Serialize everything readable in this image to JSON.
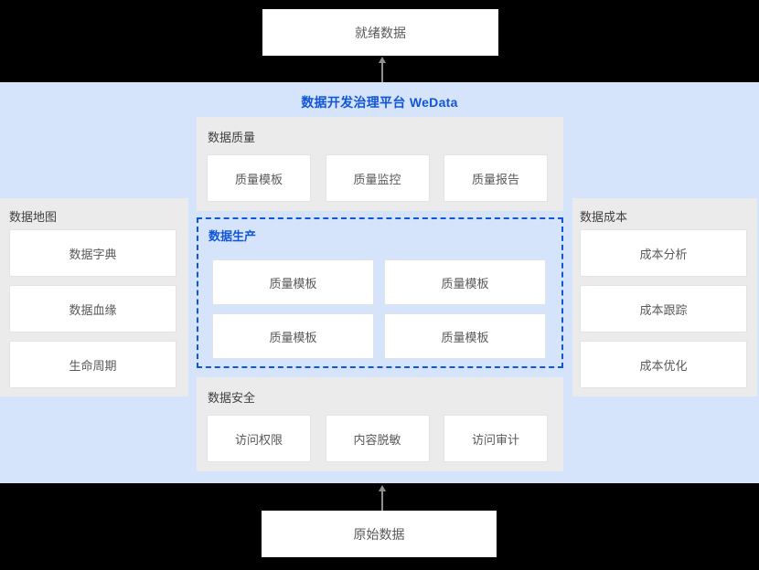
{
  "title": "数据开发治理平台 WeData",
  "top_node": {
    "label": "就绪数据"
  },
  "bottom_node": {
    "label": "原始数据"
  },
  "quality_panel": {
    "title": "数据质量",
    "items": [
      "质量模板",
      "质量监控",
      "质量报告"
    ]
  },
  "production_panel": {
    "title": "数据生产",
    "items": [
      "质量模板",
      "质量模板",
      "质量模板",
      "质量模板"
    ]
  },
  "security_panel": {
    "title": "数据安全",
    "items": [
      "访问权限",
      "内容脱敏",
      "访问审计"
    ]
  },
  "map_panel": {
    "title": "数据地图",
    "items": [
      "数据字典",
      "数据血缘",
      "生命周期"
    ]
  },
  "cost_panel": {
    "title": "数据成本",
    "items": [
      "成本分析",
      "成本跟踪",
      "成本优化"
    ]
  },
  "colors": {
    "background": "#000000",
    "band_blue": "#d5e3fb",
    "accent_blue": "#1156da",
    "panel_gray": "#ebebeb",
    "node_white": "#ffffff",
    "text_gray": "#595959",
    "arrow_gray": "#8f8f8f"
  }
}
